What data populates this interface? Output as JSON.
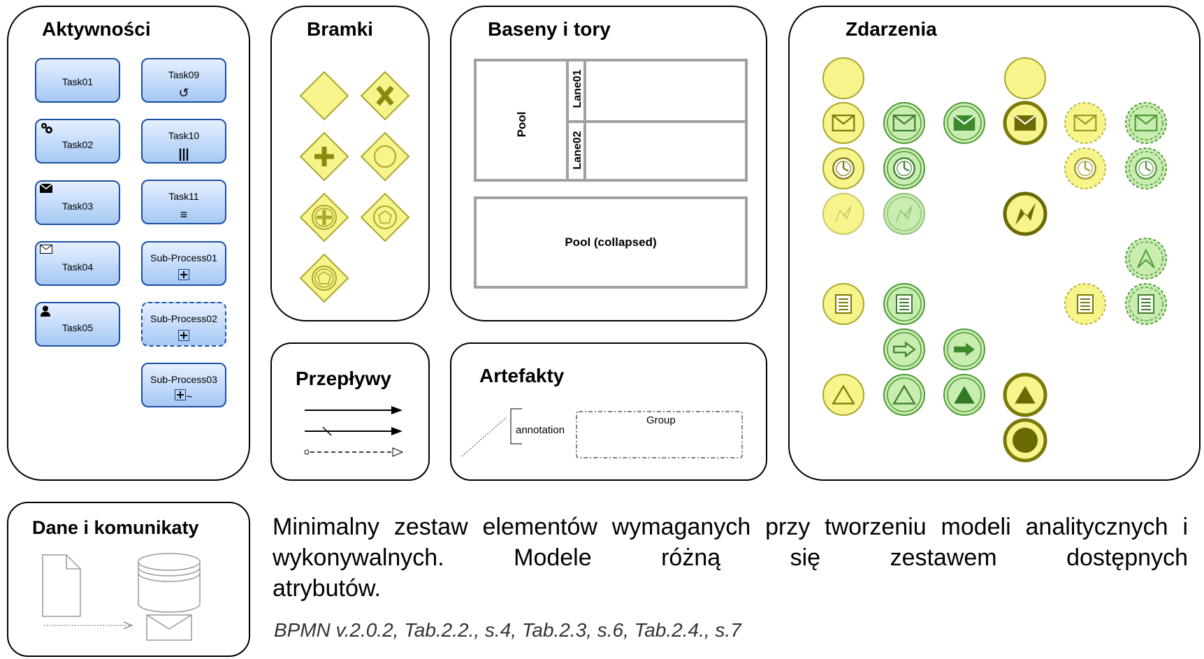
{
  "panels": {
    "activities": "Aktywności",
    "gateways": "Bramki",
    "pools": "Baseny i tory",
    "events": "Zdarzenia",
    "flows": "Przepływy",
    "artifacts": "Artefakty",
    "data": "Dane i komunikaty"
  },
  "tasks": {
    "t01": "Task01",
    "t02": "Task02",
    "t03": "Task03",
    "t04": "Task04",
    "t05": "Task05",
    "t09": "Task09",
    "t10": "Task10",
    "t11": "Task11",
    "sp01": "Sub-Process01",
    "sp02": "Sub-Process02",
    "sp03": "Sub-Process03"
  },
  "pool": {
    "name": "Pool",
    "lane1": "Lane01",
    "lane2": "Lane02",
    "collapsed": "Pool (collapsed)"
  },
  "artifacts": {
    "annotation": "annotation",
    "group": "Group"
  },
  "description": {
    "line1": "Minimalny zestaw elementów wymaganych przy tworzeniu modeli analitycznych i wykonywalnych. Modele różną się zestawem dostępnych",
    "line2": "atrybutów.",
    "reference": "BPMN v.2.0.2, Tab.2.2., s.4, Tab.2.3, s.6, Tab.2.4., s.7"
  },
  "colors": {
    "yellow_fill": "#f6f48a",
    "yellow_stroke": "#a9a72b",
    "green_fill": "#c9ecb0",
    "green_stroke": "#4f9a36",
    "olive": "#7a7a0a",
    "task_border": "#1a4fa0"
  }
}
